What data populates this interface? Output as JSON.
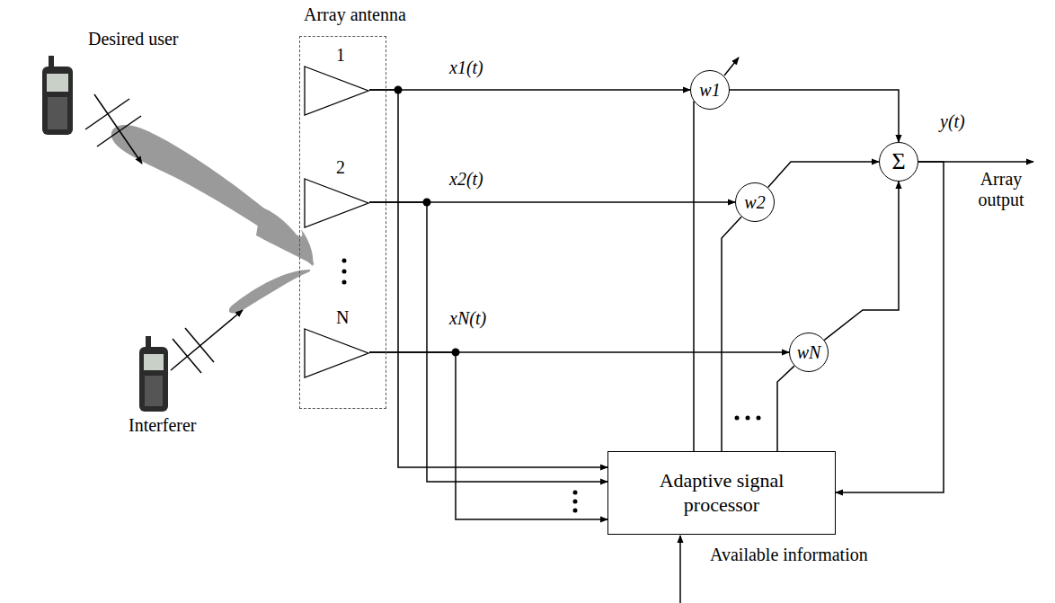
{
  "diagram": {
    "nodes": [
      {
        "text": [
          "Array antenna"
        ]
      },
      {
        "text": [
          "1"
        ],
        "in": 0
      },
      {
        "text": [
          "2"
        ],
        "in": 0
      },
      {
        "text": [
          "N"
        ],
        "in": 0
      },
      {
        "text": [
          "w1"
        ]
      },
      {
        "text": [
          "Σ"
        ]
      },
      {
        "text": [
          "w2"
        ]
      },
      {
        "text": [
          "wN"
        ]
      },
      {
        "text": [
          "Adaptive signal processor"
        ]
      }
    ],
    "edges": [
      {
        "from": 1,
        "to": 4,
        "arrow": "to"
      },
      {
        "from": 2,
        "to": 6,
        "arrow": "to"
      },
      {
        "from": 3,
        "to": 7,
        "arrow": "to"
      },
      {
        "from": 1,
        "to": 8,
        "arrow": "to"
      },
      {
        "from": 2,
        "to": 8,
        "arrow": "to"
      },
      {
        "from": 3,
        "to": 8,
        "arrow": "to"
      },
      {
        "from": 4,
        "to": 5,
        "arrow": "to"
      },
      {
        "from": 6,
        "to": 5,
        "arrow": "to"
      },
      {
        "from": 7,
        "to": 5,
        "arrow": "to"
      },
      {
        "from": 5,
        "to": 8,
        "arrow": "to"
      },
      {
        "from": 8,
        "to": 4,
        "arrow": "none"
      },
      {
        "from": 8,
        "to": 6,
        "arrow": "none"
      },
      {
        "from": 8,
        "to": 7,
        "arrow": "none"
      }
    ],
    "labels": [
      "Desired user",
      "Interferer",
      "x1(t)",
      "x2(t)",
      "xN(t)",
      "y(t)",
      "Array output",
      "Available information"
    ]
  }
}
